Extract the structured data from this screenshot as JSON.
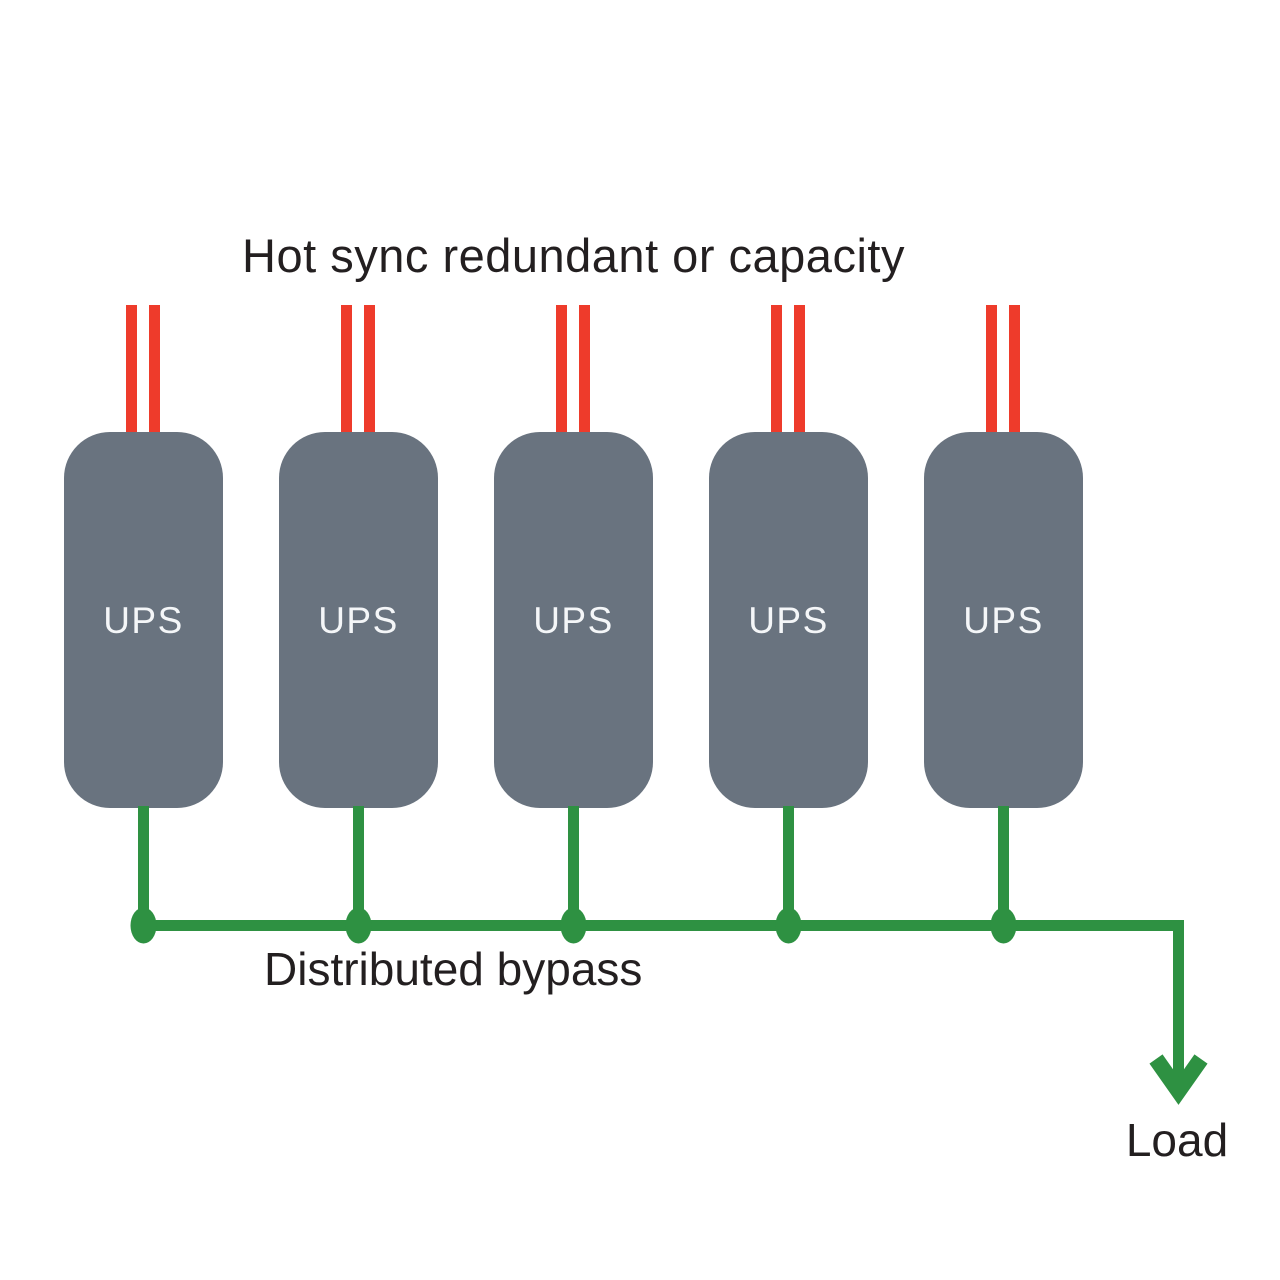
{
  "title": {
    "text": "Hot sync redundant or capacity"
  },
  "ups_units": [
    {
      "label": "UPS"
    },
    {
      "label": "UPS"
    },
    {
      "label": "UPS"
    },
    {
      "label": "UPS"
    },
    {
      "label": "UPS"
    }
  ],
  "distributed_bypass": {
    "label": "Distributed bypass"
  },
  "load": {
    "label": "Load"
  },
  "icons": {
    "load_arrow": "down-arrow-icon",
    "junction": "junction-dot"
  },
  "colors": {
    "background": "#ffffff",
    "ups_box": "#69737f",
    "ups_label_text": "#f4f6f8",
    "input_feed_red": "#ee3b2b",
    "output_bus_green": "#2e9142",
    "label_text": "#231f20"
  }
}
